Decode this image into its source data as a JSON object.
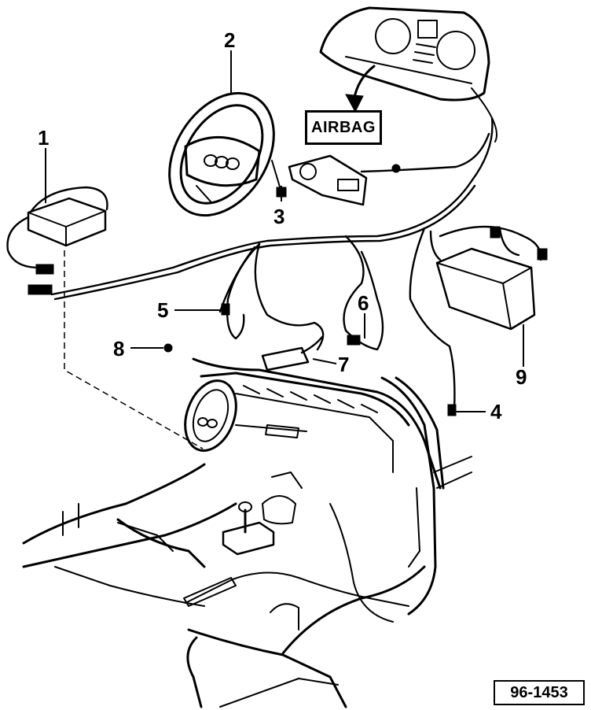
{
  "diagram": {
    "badge_text": "AIRBAG",
    "reference_number": "96-1453",
    "callouts": [
      {
        "id": "1",
        "label": "1"
      },
      {
        "id": "2",
        "label": "2"
      },
      {
        "id": "3",
        "label": "3"
      },
      {
        "id": "4",
        "label": "4"
      },
      {
        "id": "5",
        "label": "5"
      },
      {
        "id": "6",
        "label": "6"
      },
      {
        "id": "7",
        "label": "7"
      },
      {
        "id": "8",
        "label": "8"
      },
      {
        "id": "9",
        "label": "9"
      }
    ]
  }
}
